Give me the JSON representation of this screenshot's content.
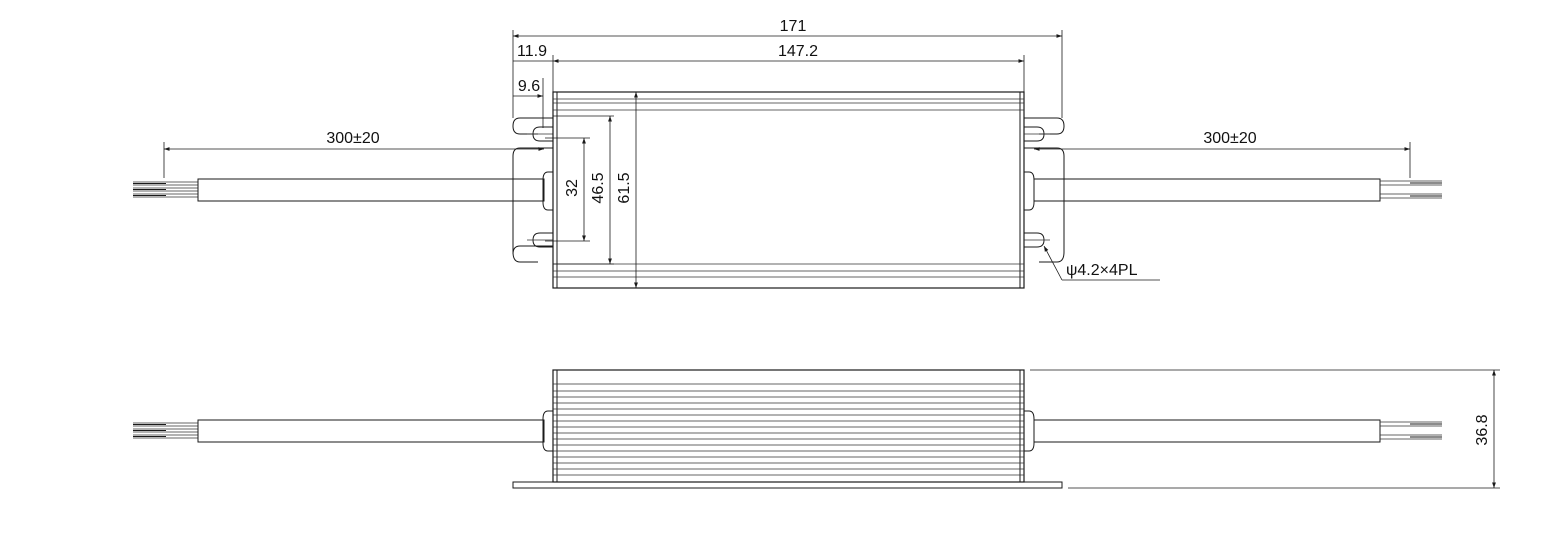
{
  "drawing": {
    "top_view": {
      "dim_total_length": "171",
      "dim_body_length": "147.2",
      "dim_flange_offset": "11.9",
      "dim_hole_offset": "9.6",
      "dim_cable_left": "300±20",
      "dim_cable_right": "300±20",
      "dim_hole_spacing": "32",
      "dim_flange_width": "46.5",
      "dim_body_width": "61.5",
      "hole_callout": "ψ4.2×4PL"
    },
    "side_view": {
      "dim_height": "36.8"
    },
    "colors": {
      "line": "#1a1a1a",
      "background": "#ffffff"
    }
  }
}
